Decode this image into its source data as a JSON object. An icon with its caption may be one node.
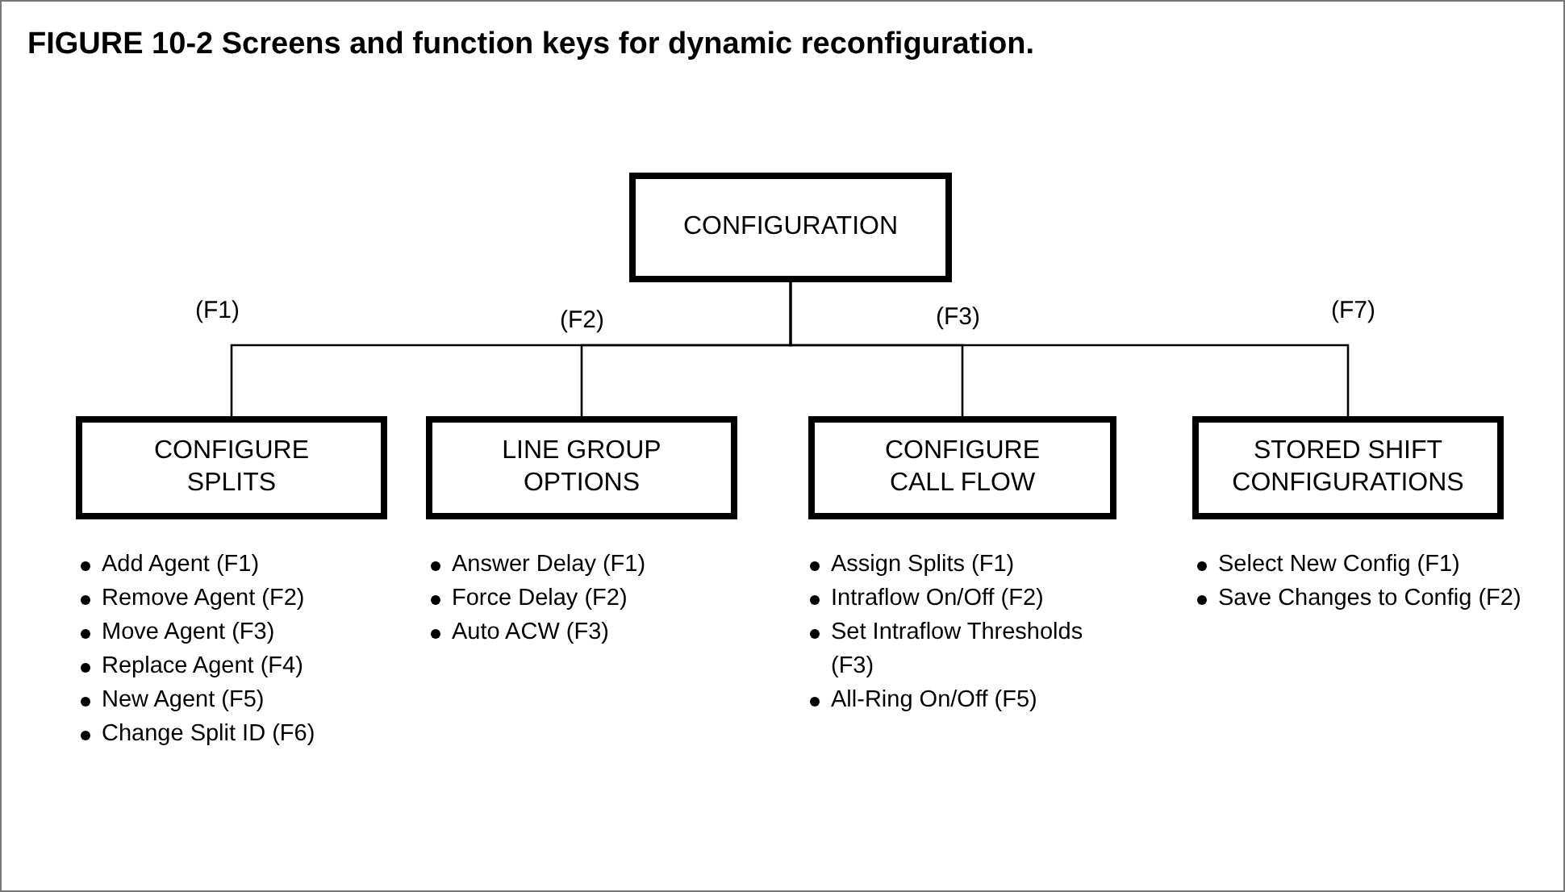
{
  "diagram": {
    "title": "FIGURE 10-2 Screens and function keys for dynamic reconfiguration.",
    "nodes": [
      {
        "text": [
          "CONFIGURATION"
        ]
      },
      {
        "text": [
          "CONFIGURE SPLITS"
        ],
        "beside": [
          "Add Agent (F1)",
          "Remove Agent (F2)",
          "Move Agent (F3)",
          "Replace Agent (F4)",
          "New Agent (F5)",
          "Change Split ID (F6)"
        ]
      },
      {
        "text": [
          "LINE GROUP OPTIONS"
        ],
        "beside": [
          "Answer Delay (F1)",
          "Force Delay (F2)",
          "Auto ACW (F3)"
        ]
      },
      {
        "text": [
          "CONFIGURE CALL FLOW"
        ],
        "beside": [
          "Assign Splits (F1)",
          "Intraflow On/Off (F2)",
          "Set Intraflow Thresholds (F3)",
          "All-Ring On/Off (F5)"
        ]
      },
      {
        "text": [
          "STORED SHIFT CONFIGURATIONS"
        ],
        "beside": [
          "Select New Config (F1)",
          "Save Changes to Config (F2)"
        ]
      }
    ],
    "edges": [
      {
        "from": 0,
        "to": 1,
        "arrow": "none",
        "label": "(F1)"
      },
      {
        "from": 0,
        "to": 2,
        "arrow": "none",
        "label": "(F2)"
      },
      {
        "from": 0,
        "to": 3,
        "arrow": "none",
        "label": "(F3)"
      },
      {
        "from": 0,
        "to": 4,
        "arrow": "none",
        "label": "(F7)"
      }
    ]
  }
}
